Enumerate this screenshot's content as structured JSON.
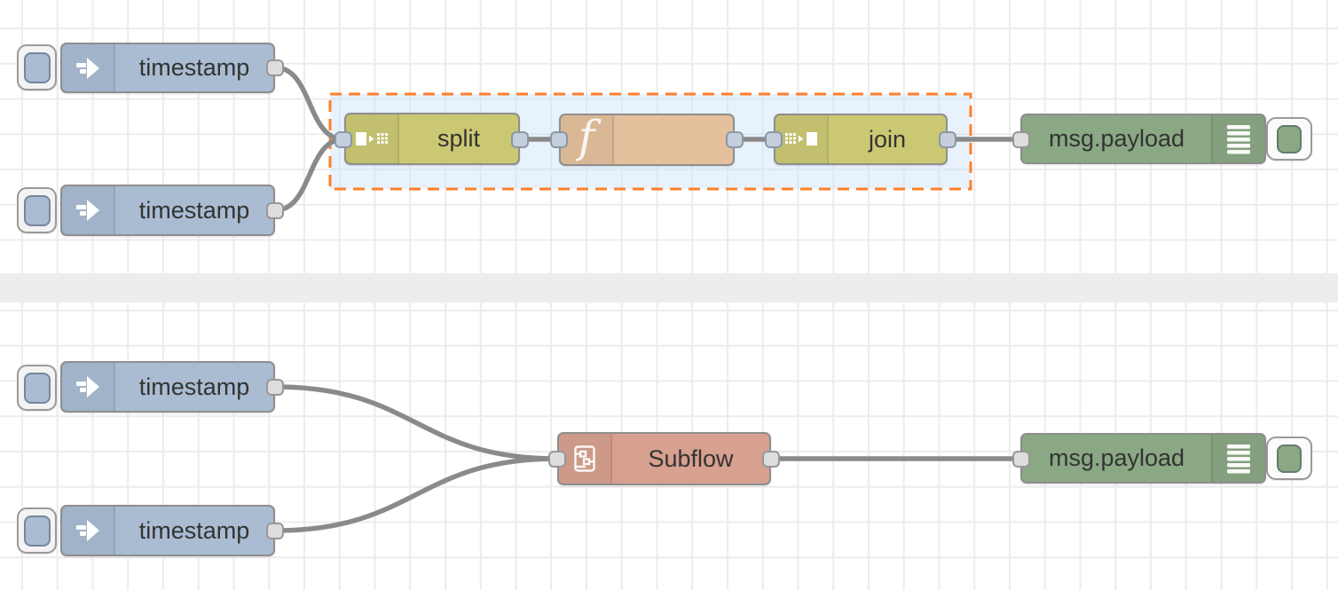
{
  "app": "node-red-flow-editor",
  "canvas": {
    "background": "#ffffff",
    "grid_color": "#ececec",
    "divider_color": "#ededed",
    "wire_color": "#8a8a8a"
  },
  "selection": {
    "border_color": "#ff7f2a",
    "fill_color": "rgba(205,227,250,0.45)",
    "style": "dashed"
  },
  "nodes": {
    "inject_top_1": {
      "type": "inject",
      "label": "timestamp",
      "color": "#a9bcd2"
    },
    "inject_top_2": {
      "type": "inject",
      "label": "timestamp",
      "color": "#a9bcd2"
    },
    "split": {
      "type": "split",
      "label": "split",
      "color": "#cbc873"
    },
    "function": {
      "type": "function",
      "label": "",
      "color": "#e4c09c"
    },
    "join": {
      "type": "join",
      "label": "join",
      "color": "#cbc873"
    },
    "debug_top": {
      "type": "debug",
      "label": "msg.payload",
      "color": "#8aa884"
    },
    "inject_bottom_1": {
      "type": "inject",
      "label": "timestamp",
      "color": "#a9bcd2"
    },
    "inject_bottom_2": {
      "type": "inject",
      "label": "timestamp",
      "color": "#a9bcd2"
    },
    "subflow": {
      "type": "subflow",
      "label": "Subflow",
      "color": "#d7a08f"
    },
    "debug_bottom": {
      "type": "debug",
      "label": "msg.payload",
      "color": "#8aa884"
    }
  },
  "icons": {
    "inject": "inject-arrow-icon",
    "split": "split-icon",
    "function": "function-f-icon",
    "join": "join-icon",
    "debug": "debug-list-icon",
    "subflow": "subflow-icon"
  }
}
